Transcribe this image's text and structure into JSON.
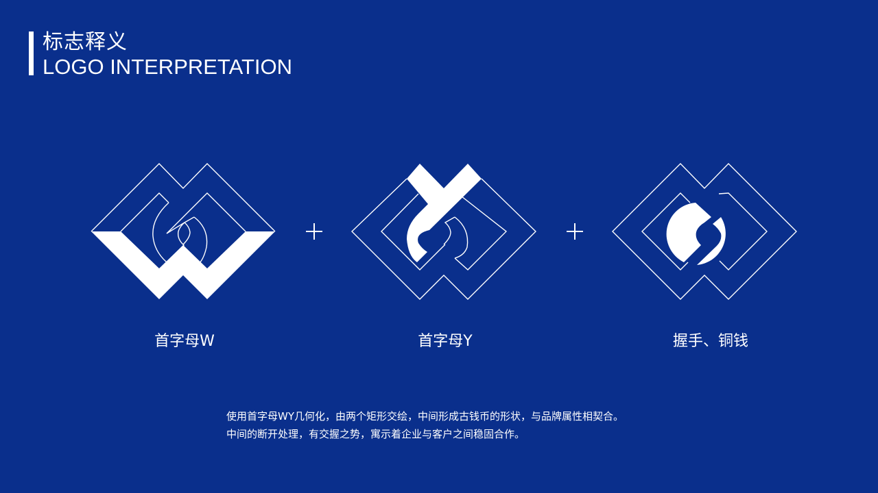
{
  "header": {
    "title_cn": "标志释义",
    "title_en": "LOGO INTERPRETATION"
  },
  "colors": {
    "background": "#0a2f8c",
    "foreground": "#ffffff"
  },
  "logos": [
    {
      "id": "letter-w",
      "caption": "首字母W",
      "icon": "w-letter-logo-icon"
    },
    {
      "id": "letter-y",
      "caption": "首字母Y",
      "icon": "y-letter-logo-icon"
    },
    {
      "id": "coin",
      "caption": "握手、铜钱",
      "icon": "handshake-coin-logo-icon"
    }
  ],
  "operators": [
    "+",
    "+"
  ],
  "description": {
    "lines": [
      "使用首字母WY几何化，由两个矩形交绘，中间形成古钱币的形状，与品牌属性相契合。",
      "中间的断开处理，有交握之势，寓示着企业与客户之间稳固合作。"
    ]
  }
}
